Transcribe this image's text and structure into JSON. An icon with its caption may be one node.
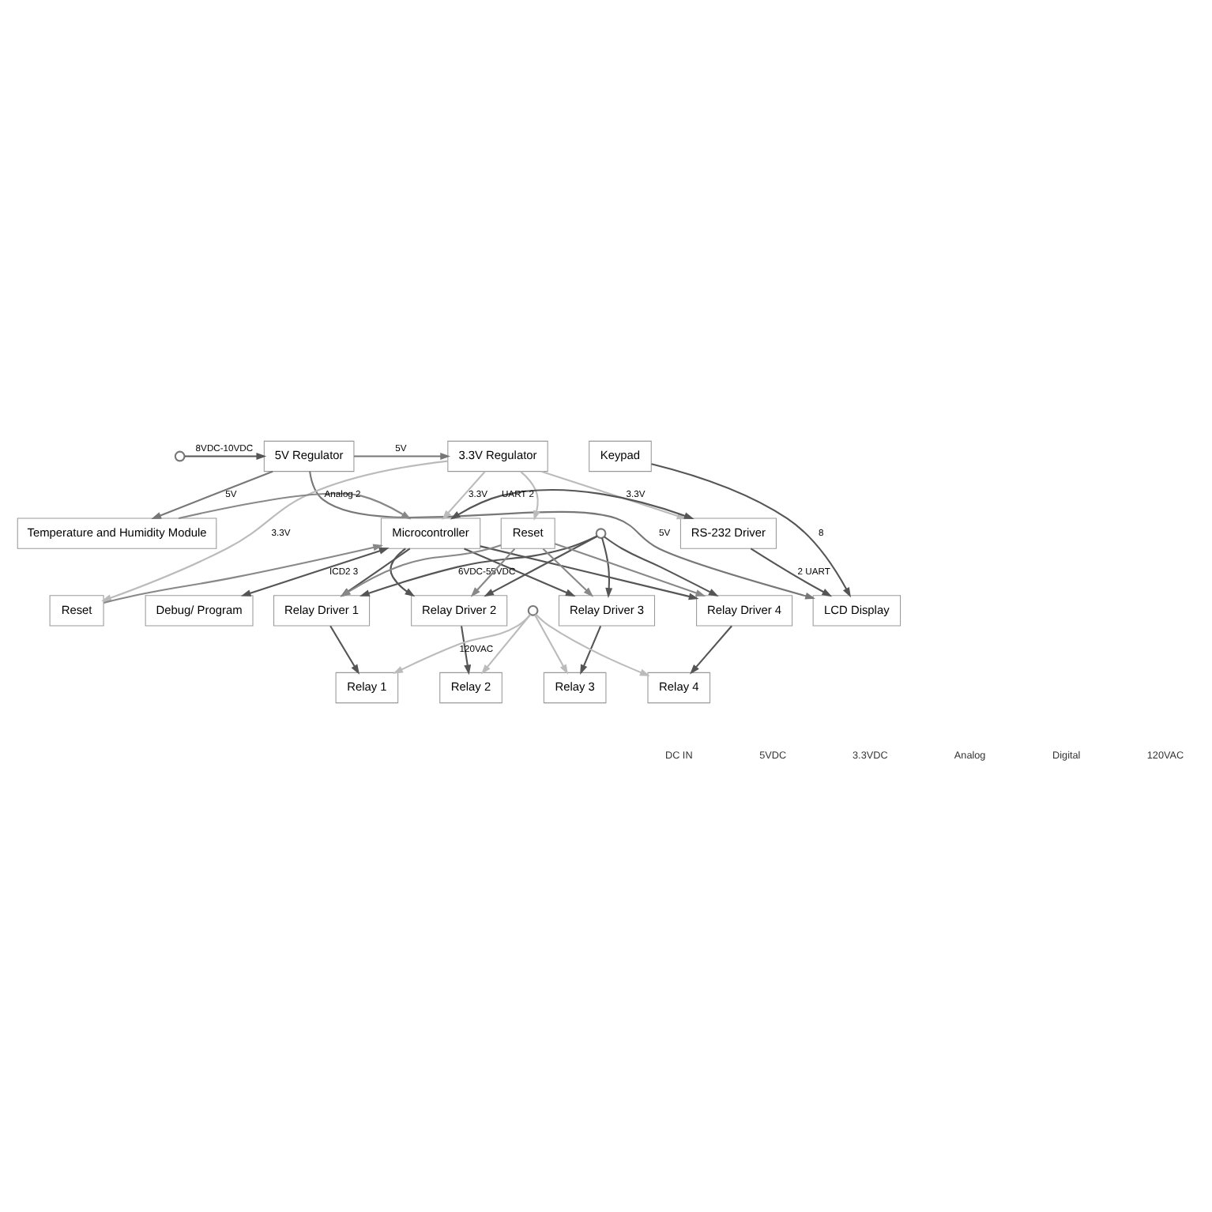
{
  "diagram": {
    "nodes": [
      {
        "text": [],
        "shape": "circle"
      },
      {
        "text": [
          "5V Regulator"
        ]
      },
      {
        "text": [
          "3.3V Regulator"
        ]
      },
      {
        "text": [
          "Keypad"
        ]
      },
      {
        "text": [
          "LCD Display"
        ]
      },
      {
        "text": [
          "Temperature and Humidity Module"
        ]
      },
      {
        "text": [
          "Microcontroller"
        ]
      },
      {
        "text": [
          "RS-232 Driver"
        ]
      },
      {
        "text": [
          "Reset"
        ]
      },
      {
        "text": [
          "Debug/ Program"
        ]
      },
      {
        "text": [],
        "shape": "circle"
      },
      {
        "text": [
          "Reset"
        ]
      },
      {
        "text": [
          "Relay Driver 1"
        ]
      },
      {
        "text": [
          "Relay Driver 2"
        ]
      },
      {
        "text": [
          "Relay Driver 3"
        ]
      },
      {
        "text": [
          "Relay Driver 4"
        ]
      },
      {
        "text": [],
        "shape": "circle"
      },
      {
        "text": [
          "Relay 1"
        ]
      },
      {
        "text": [
          "Relay 2"
        ]
      },
      {
        "text": [
          "Relay 3"
        ]
      },
      {
        "text": [
          "Relay 4"
        ]
      }
    ],
    "edges": [
      {
        "from": 0,
        "to": 1,
        "arrow": "to",
        "label": "8VDC-10VDC"
      },
      {
        "from": 1,
        "to": 2,
        "arrow": "to",
        "label": "5V",
        "color": "#777777"
      },
      {
        "from": 1,
        "to": 5,
        "arrow": "to",
        "label": "5V",
        "color": "#777777"
      },
      {
        "from": 1,
        "to": 4,
        "arrow": "to",
        "label": "5V",
        "color": "#777777"
      },
      {
        "from": 3,
        "to": 4,
        "arrow": "to",
        "label": "8"
      },
      {
        "from": 2,
        "to": 7,
        "arrow": "to",
        "label": "3.3V",
        "color": "#bbbbbb"
      },
      {
        "from": 2,
        "to": 6,
        "arrow": "to",
        "label": "3.3V",
        "color": "#bbbbbb"
      },
      {
        "from": 2,
        "to": 8,
        "arrow": "to",
        "label": "3.3V",
        "color": "#bbbbbb"
      },
      {
        "from": 2,
        "to": 11,
        "arrow": "to",
        "color": "#bbbbbb"
      },
      {
        "from": 7,
        "to": 4,
        "arrow": "to",
        "label": "2 UART"
      },
      {
        "from": 5,
        "to": 6,
        "arrow": "to",
        "label": "Analog 2",
        "color": "#888888"
      },
      {
        "from": 8,
        "to": 6,
        "arrow": "to",
        "color": "#888888"
      },
      {
        "from": 6,
        "to": 7,
        "arrow": "both",
        "label": "UART 2"
      },
      {
        "from": 6,
        "to": 9,
        "arrow": "both",
        "label": "ICD2 3"
      },
      {
        "from": 6,
        "to": 12,
        "arrow": "to"
      },
      {
        "from": 6,
        "to": 13,
        "arrow": "to"
      },
      {
        "from": 6,
        "to": 14,
        "arrow": "to"
      },
      {
        "from": 6,
        "to": 15,
        "arrow": "to"
      },
      {
        "from": 10,
        "to": 12,
        "arrow": "to",
        "label": "6VDC-55VDC"
      },
      {
        "from": 10,
        "to": 13,
        "arrow": "to"
      },
      {
        "from": 10,
        "to": 14,
        "arrow": "to"
      },
      {
        "from": 10,
        "to": 15,
        "arrow": "to"
      },
      {
        "from": 11,
        "to": 12,
        "arrow": "to",
        "color": "#888888"
      },
      {
        "from": 11,
        "to": 13,
        "arrow": "to",
        "color": "#888888"
      },
      {
        "from": 11,
        "to": 14,
        "arrow": "to",
        "color": "#888888"
      },
      {
        "from": 11,
        "to": 15,
        "arrow": "to",
        "color": "#888888"
      },
      {
        "from": 12,
        "to": 17,
        "arrow": "to"
      },
      {
        "from": 13,
        "to": 18,
        "arrow": "to"
      },
      {
        "from": 14,
        "to": 19,
        "arrow": "to"
      },
      {
        "from": 15,
        "to": 20,
        "arrow": "to"
      },
      {
        "from": 16,
        "to": 17,
        "arrow": "to",
        "label": "120VAC",
        "color": "#bbbbbb"
      },
      {
        "from": 16,
        "to": 18,
        "arrow": "to",
        "color": "#bbbbbb"
      },
      {
        "from": 16,
        "to": 19,
        "arrow": "to",
        "color": "#bbbbbb"
      },
      {
        "from": 16,
        "to": 20,
        "arrow": "to",
        "color": "#bbbbbb"
      }
    ],
    "legend": [
      {
        "text": "DC IN"
      },
      {
        "text": "5VDC"
      },
      {
        "text": "3.3VDC"
      },
      {
        "text": "Analog"
      },
      {
        "text": "Digital"
      },
      {
        "text": "120VAC"
      }
    ]
  }
}
